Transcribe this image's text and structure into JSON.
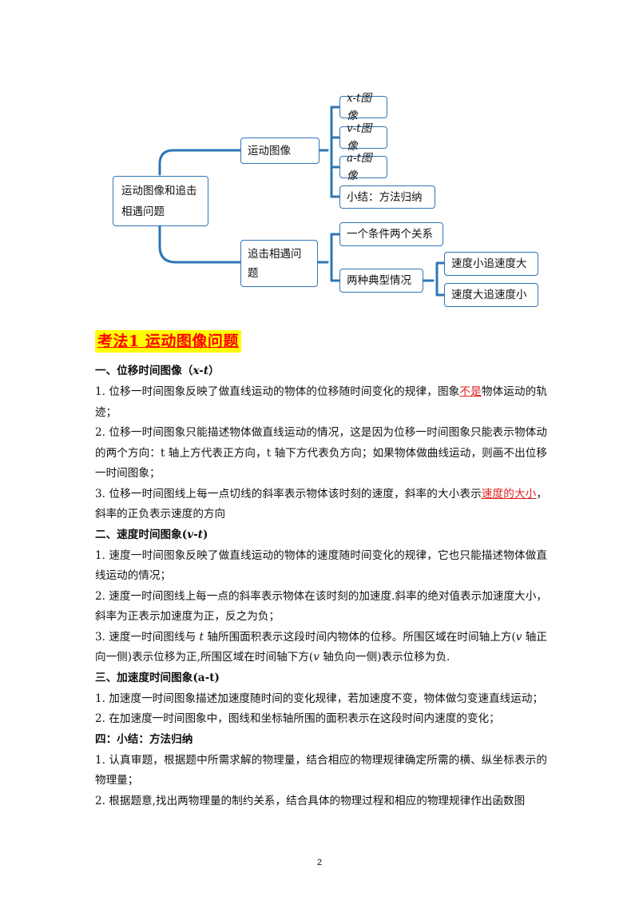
{
  "mindmap": {
    "root": "运动图像和追击相遇问题",
    "branch1": "运动图像",
    "b1_items": [
      "x-t图像",
      "v-t图像",
      "a-t图像",
      "小结：方法归纳"
    ],
    "branch2": "追击相遇问题",
    "b2_item1": "一个条件两个关系",
    "b2_item2": "两种典型情况",
    "b2_sub": [
      "速度小追速度大",
      "速度大追速度小"
    ]
  },
  "kaofa": "考法1 运动图像问题",
  "sections": {
    "s1_title_a": "一、位移时间图像（",
    "s1_title_var": "x-t",
    "s1_title_b": "）",
    "s1_p1_a": "1. 位移一时间图象反映了做直线运动的物体的位移随时间变化的规律，图象",
    "s1_p1_red": "不是",
    "s1_p1_b": "物体运动的轨迹；",
    "s1_p2": "2. 位移一时间图象只能描述物体做直线运动的情况，这是因为位移一时间图象只能表示物体动的两个方向：t 轴上方代表正方向，t 轴下方代表负方向；如果物体做曲线运动，则画不出位移一时间图象；",
    "s1_p3_a": "3. 位移一时间图线上每一点切线的斜率表示物体该时刻的速度，斜率的大小表示",
    "s1_p3_red": "速度的大小",
    "s1_p3_b": "，斜率的正负表示速度的方向",
    "s2_title_a": "二、速度时间图象(",
    "s2_title_var": "v-t",
    "s2_title_b": ")",
    "s2_p1": "1. 速度一时间图象反映了做直线运动的物体的速度随时间变化的规律，它也只能描述物体做直线运动的情况；",
    "s2_p2": "2. 速度一时间图线上每一点的斜率表示物体在该时刻的加速度.斜率的绝对值表示加速度大小，斜率为正表示加速度为正，反之为负；",
    "s2_p3_a": "3. 速度一时间图线与 ",
    "s2_p3_t": "t",
    "s2_p3_b": " 轴所围面积表示这段时间内物体的位移。所围区域在时间轴上方(",
    "s2_p3_v1": "v",
    "s2_p3_c": " 轴正向一侧)表示位移为正,所围区域在时间轴下方(",
    "s2_p3_v2": "v",
    "s2_p3_d": " 轴负向一侧)表示位移为负.",
    "s3_title": "三、加速度时间图象(a-t)",
    "s3_p1": "1. 加速度一时间图象描述加速度随时间的变化规律，若加速度不变，物体做匀变速直线运动；",
    "s3_p2": "2. 在加速度一时间图象中，图线和坐标轴所围的面积表示在这段时间内速度的变化；",
    "s4_title": "四：小结：方法归纳",
    "s4_p1": "1. 认真审题，根据题中所需求解的物理量，结合相应的物理规律确定所需的横、纵坐标表示的物理量；",
    "s4_p2": "2. 根据题意,找出两物理量的制约关系，结合具体的物理过程和相应的物理规律作出函数图"
  },
  "page_number": "2"
}
